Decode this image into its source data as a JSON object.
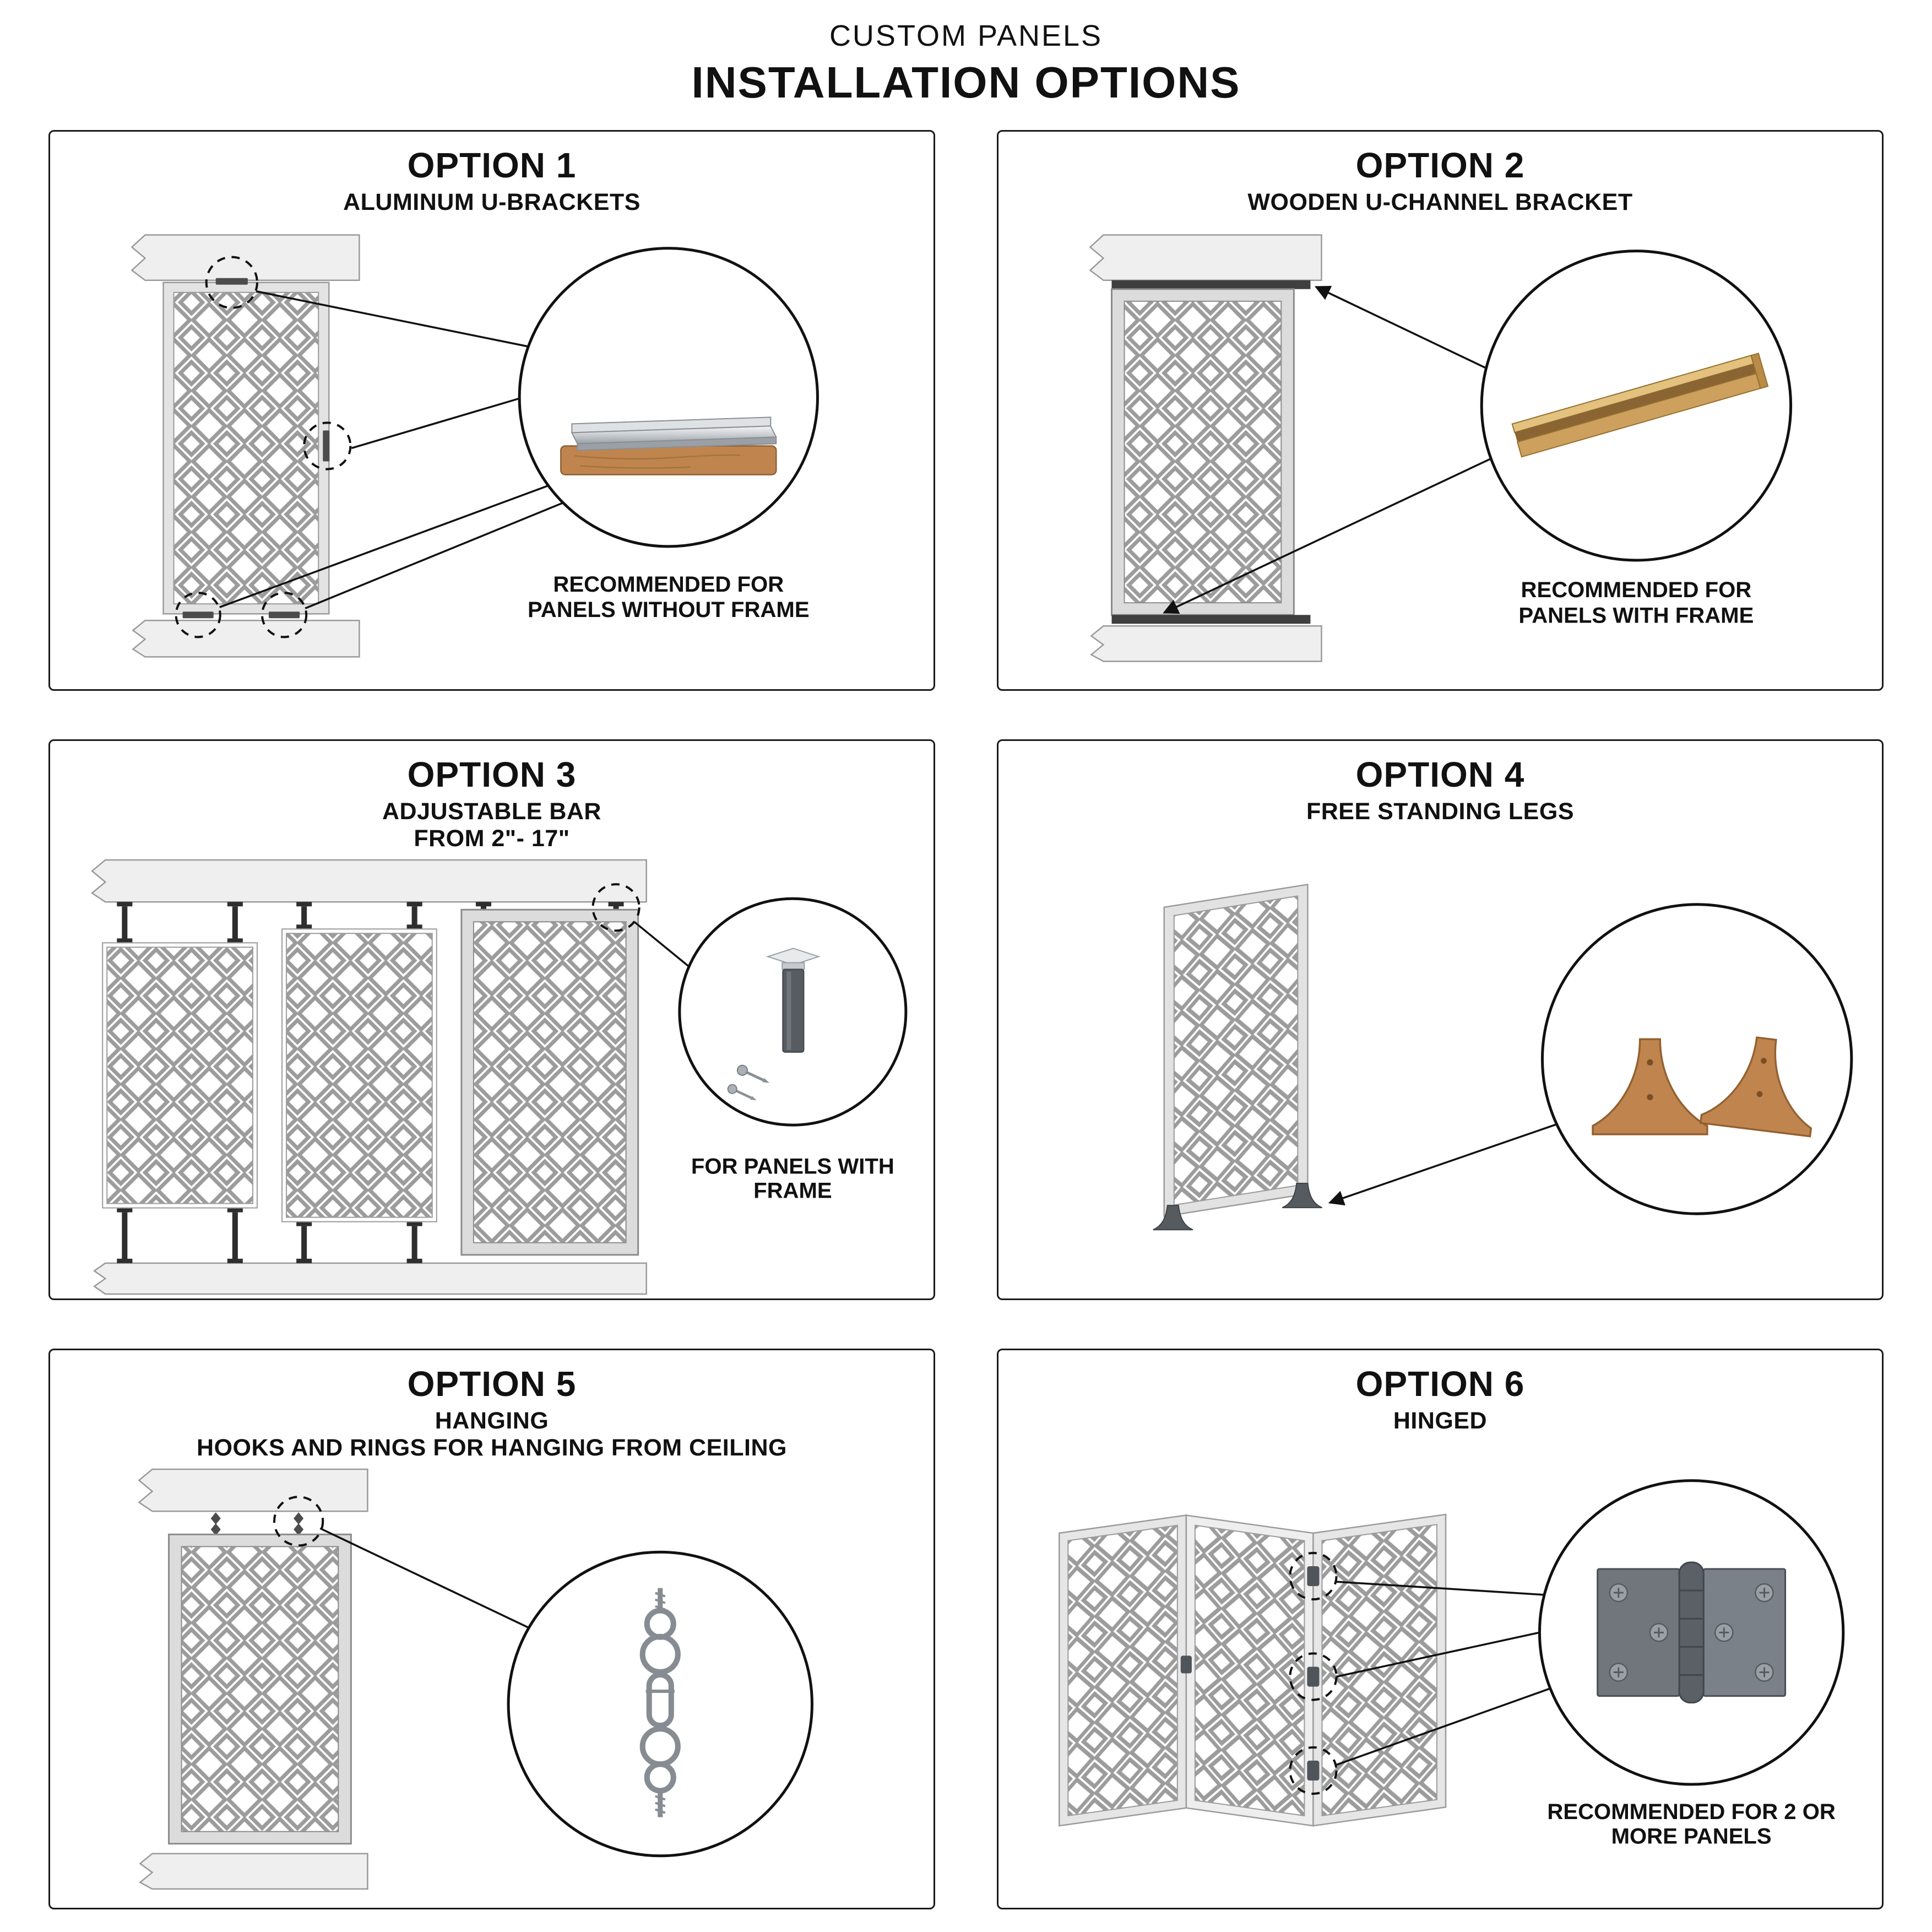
{
  "page": {
    "title": "CUSTOM PANELS",
    "subtitle": "INSTALLATION OPTIONS"
  },
  "options": [
    {
      "title": "OPTION 1",
      "subtitle": "ALUMINUM U-BRACKETS",
      "caption_lines": [
        "RECOMMENDED FOR",
        "PANELS WITHOUT FRAME"
      ]
    },
    {
      "title": "OPTION 2",
      "subtitle": "WOODEN U-CHANNEL BRACKET",
      "caption_lines": [
        "RECOMMENDED FOR",
        "PANELS WITH FRAME"
      ]
    },
    {
      "title": "OPTION 3",
      "subtitle": "ADJUSTABLE BAR",
      "subtitle2": "FROM 2\"- 17\"",
      "caption_lines": [
        "FOR PANELS WITH",
        "FRAME"
      ]
    },
    {
      "title": "OPTION 4",
      "subtitle": "FREE STANDING LEGS",
      "caption_lines": []
    },
    {
      "title": "OPTION 5",
      "subtitle": "HANGING",
      "subtitle2": "HOOKS AND RINGS FOR HANGING FROM CEILING",
      "caption_lines": []
    },
    {
      "title": "OPTION 6",
      "subtitle": "HINGED",
      "caption_lines": [
        "RECOMMENDED FOR 2 OR",
        "MORE PANELS"
      ]
    }
  ],
  "colors": {
    "wood": "#c0854f",
    "wood_light": "#e3c27f",
    "aluminum": "#c9cdd1",
    "lattice_gray": "#9c9c9c",
    "hinge_gray": "#70767c",
    "ink": "#111111"
  }
}
